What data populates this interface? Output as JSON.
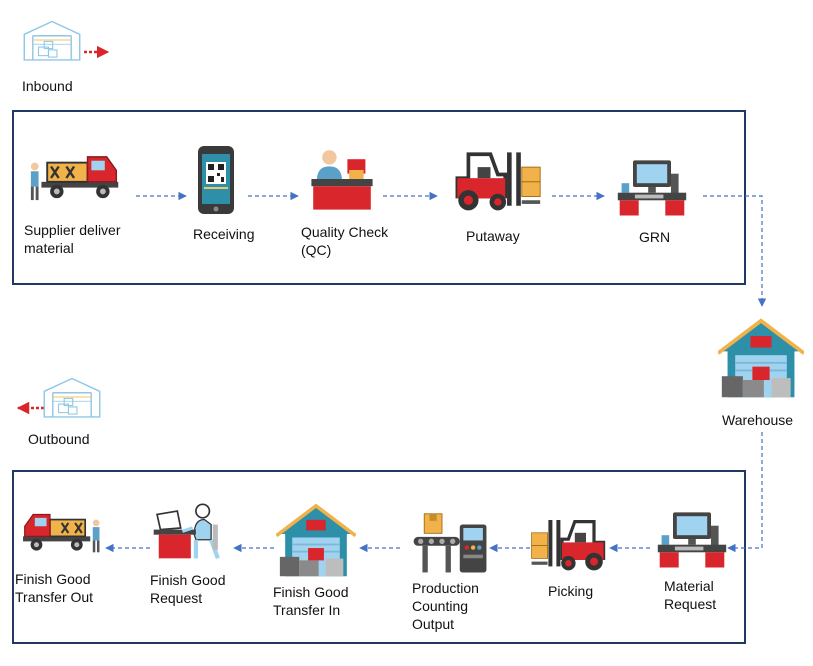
{
  "sections": {
    "inbound": {
      "title": "Inbound"
    },
    "outbound": {
      "title": "Outbound"
    }
  },
  "inbound_flow": [
    {
      "id": "supplier",
      "line1": "Supplier deliver",
      "line2": "material",
      "icon": "delivery-truck-icon"
    },
    {
      "id": "receiving",
      "line1": "Receiving",
      "line2": "",
      "icon": "qr-scanner-phone-icon"
    },
    {
      "id": "qc",
      "line1": "Quality Check",
      "line2": "(QC)",
      "icon": "inspection-desk-icon"
    },
    {
      "id": "putaway",
      "line1": "Putaway",
      "line2": "",
      "icon": "forklift-icon"
    },
    {
      "id": "grn",
      "line1": "GRN",
      "line2": "",
      "icon": "computer-desk-icon"
    }
  ],
  "warehouse": {
    "label": "Warehouse",
    "icon": "warehouse-icon"
  },
  "outbound_flow": [
    {
      "id": "material-request",
      "line1": "Material",
      "line2": "Request",
      "line3": "",
      "icon": "computer-desk-icon"
    },
    {
      "id": "picking",
      "line1": "Picking",
      "line2": "",
      "line3": "",
      "icon": "forklift-icon"
    },
    {
      "id": "production",
      "line1": "Production",
      "line2": "Counting",
      "line3": "Output",
      "icon": "conveyor-machine-icon"
    },
    {
      "id": "fg-transfer-in",
      "line1": "Finish Good",
      "line2": "Transfer In",
      "line3": "",
      "icon": "warehouse-icon"
    },
    {
      "id": "fg-request",
      "line1": "Finish Good",
      "line2": "Request",
      "line3": "",
      "icon": "office-worker-icon"
    },
    {
      "id": "fg-transfer-out",
      "line1": "Finish Good",
      "line2": "Transfer Out",
      "line3": "",
      "icon": "delivery-truck-icon"
    }
  ],
  "colors": {
    "frame": "#1f3864",
    "connector": "#4472c4",
    "red": "#d9262c",
    "dark": "#333333",
    "light_blue": "#8fc7e6",
    "teal": "#2e8fa8"
  }
}
